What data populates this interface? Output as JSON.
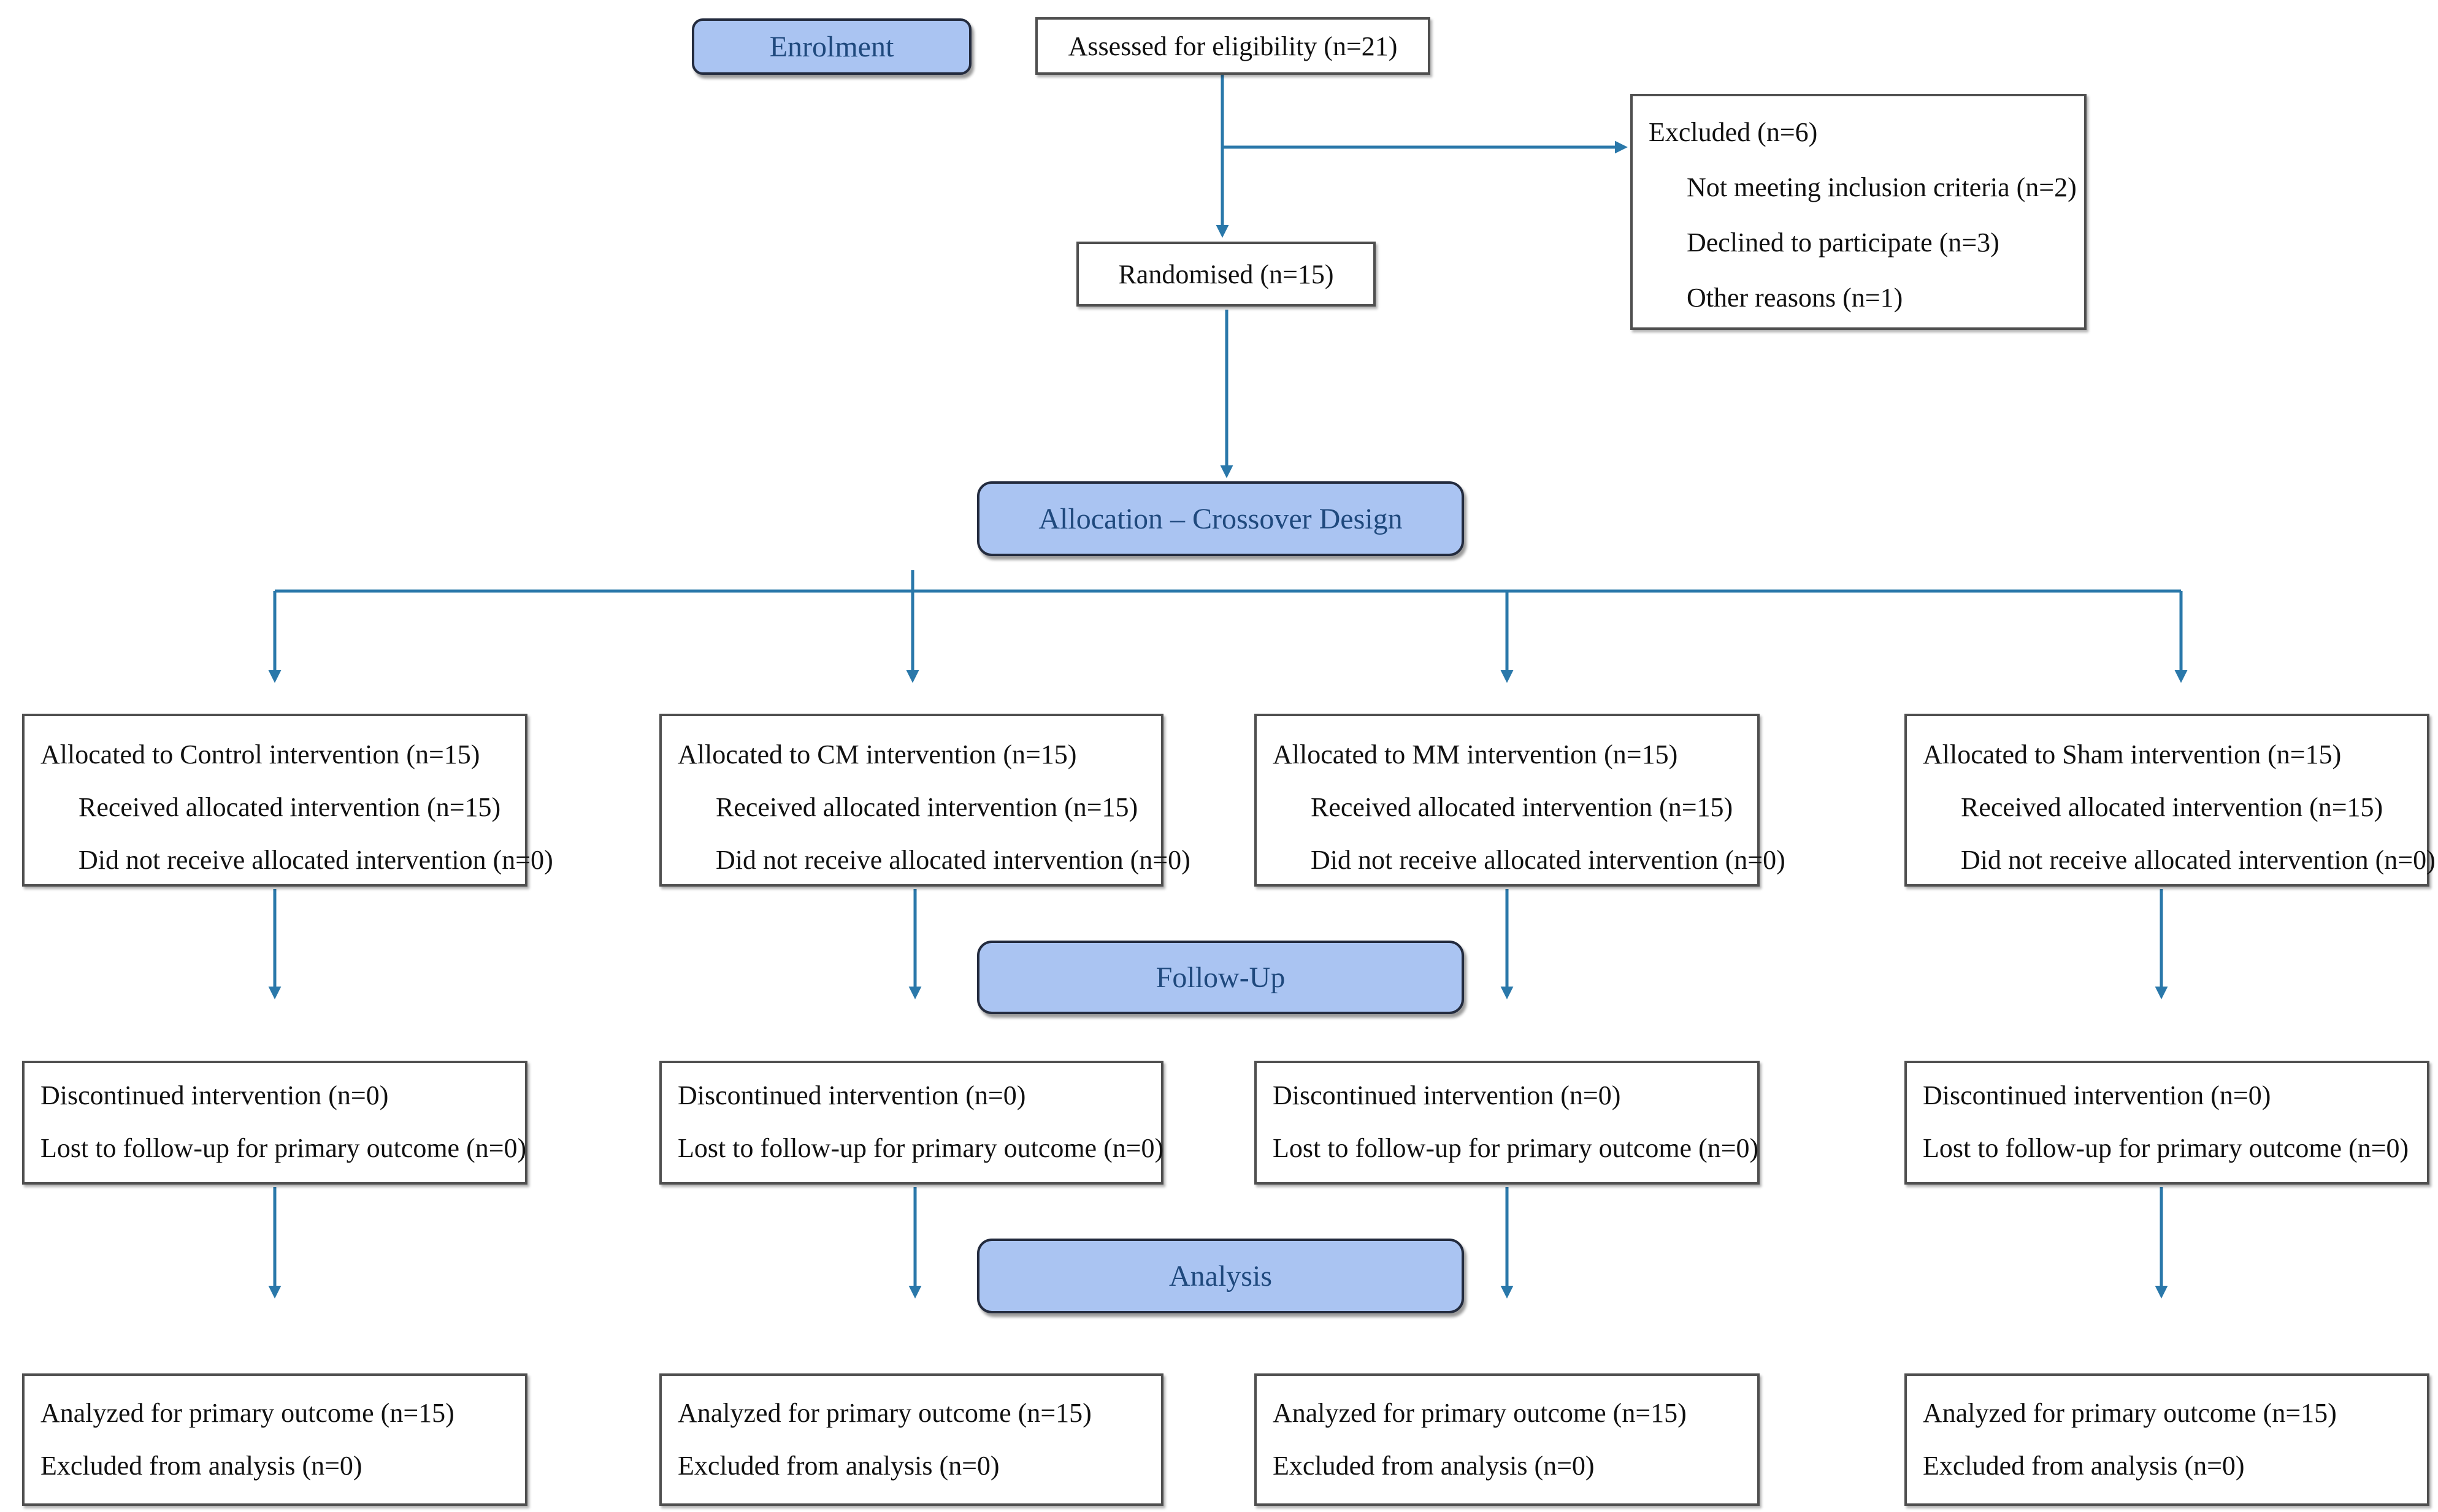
{
  "title": "CONSORT participant flow diagram",
  "colors": {
    "banner_fill": "#aac4f2",
    "banner_border": "#232b3e",
    "banner_text": "#1f497d",
    "arrow": "#2a78aa",
    "box_border": "#4f4f4f",
    "box_text": "#111111"
  },
  "stages": {
    "enrolment": "Enrolment",
    "allocation": "Allocation – Crossover Design",
    "follow_up": "Follow-Up",
    "analysis": "Analysis"
  },
  "enrolment": {
    "assessed": "Assessed for eligibility (n=21)",
    "excluded": {
      "title": "Excluded (n=6)",
      "reasons": [
        "Not meeting inclusion criteria (n=2)",
        "Declined to participate (n=3)",
        "Other reasons (n=1)"
      ]
    },
    "randomised": "Randomised (n=15)"
  },
  "arms": [
    {
      "name": "Control",
      "allocation": [
        "Allocated to Control intervention (n=15)",
        "Received allocated intervention (n=15)",
        "Did not receive allocated intervention (n=0)"
      ],
      "follow_up": [
        "Discontinued intervention (n=0)",
        "Lost to follow-up for primary outcome (n=0)"
      ],
      "analysis": [
        "Analyzed for primary outcome (n=15)",
        "Excluded from analysis (n=0)"
      ]
    },
    {
      "name": "CM",
      "allocation": [
        "Allocated to CM intervention (n=15)",
        "Received allocated intervention (n=15)",
        "Did not receive allocated intervention (n=0)"
      ],
      "follow_up": [
        "Discontinued intervention (n=0)",
        "Lost to follow-up for primary outcome (n=0)"
      ],
      "analysis": [
        "Analyzed for primary outcome (n=15)",
        "Excluded from analysis (n=0)"
      ]
    },
    {
      "name": "MM",
      "allocation": [
        "Allocated to MM intervention (n=15)",
        "Received allocated intervention (n=15)",
        "Did not receive allocated intervention (n=0)"
      ],
      "follow_up": [
        "Discontinued intervention (n=0)",
        "Lost to follow-up for primary outcome (n=0)"
      ],
      "analysis": [
        "Analyzed for primary outcome (n=15)",
        "Excluded from analysis (n=0)"
      ]
    },
    {
      "name": "Sham",
      "allocation": [
        "Allocated to Sham intervention (n=15)",
        "Received allocated intervention (n=15)",
        "Did not receive allocated intervention (n=0)"
      ],
      "follow_up": [
        "Discontinued intervention (n=0)",
        "Lost to follow-up for primary outcome (n=0)"
      ],
      "analysis": [
        "Analyzed for primary outcome (n=15)",
        "Excluded from analysis (n=0)"
      ]
    }
  ]
}
